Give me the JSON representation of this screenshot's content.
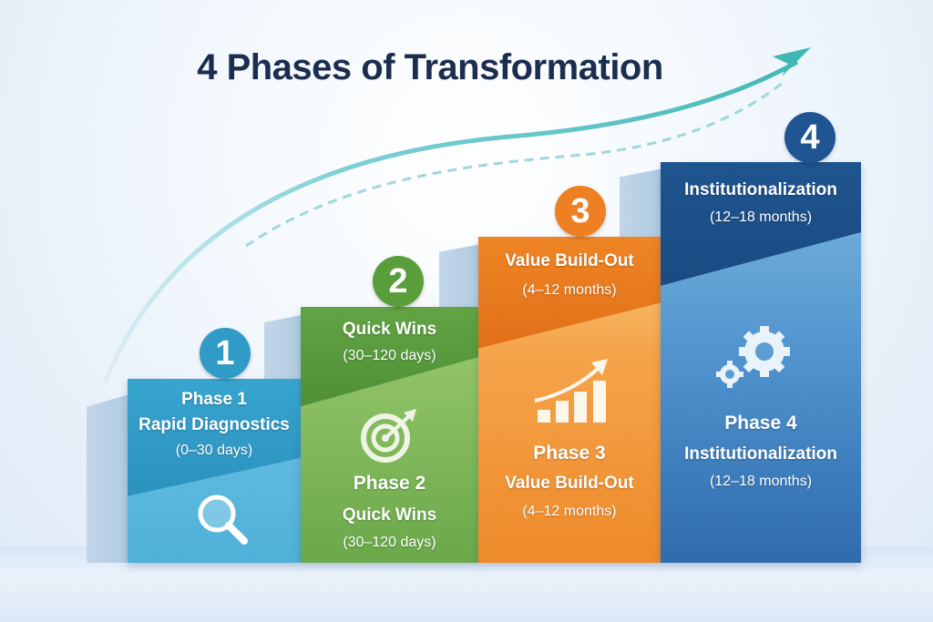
{
  "title": "4 Phases of Transformation",
  "colors": {
    "title": "#1b2e4f",
    "phase1": "#2f9bc6",
    "phase2": "#5a9e3c",
    "phase3": "#ee7f22",
    "phase4": "#1f5591",
    "arrow": "#3fb8b4"
  },
  "phases": [
    {
      "number": "1",
      "header_name": "Phase 1",
      "header_sub": "Rapid Diagnostics",
      "header_duration": "(0–30 days)",
      "icon": "magnifier-icon"
    },
    {
      "number": "2",
      "header_name": "Quick Wins",
      "header_duration": "(30–120 days)",
      "phase_label": "Phase 2",
      "name": "Quick Wins",
      "duration": "(30–120 days)",
      "icon": "target-icon"
    },
    {
      "number": "3",
      "header_name": "Value Build-Out",
      "header_duration": "(4–12 months)",
      "phase_label": "Phase 3",
      "name": "Value Build-Out",
      "duration": "(4–12 months)",
      "icon": "growth-chart-icon"
    },
    {
      "number": "4",
      "header_name": "Institutionalization",
      "header_duration": "(12–18 months)",
      "phase_label": "Phase 4",
      "name": "Institutionalization",
      "duration": "(12–18 months)",
      "icon": "gears-icon"
    }
  ]
}
